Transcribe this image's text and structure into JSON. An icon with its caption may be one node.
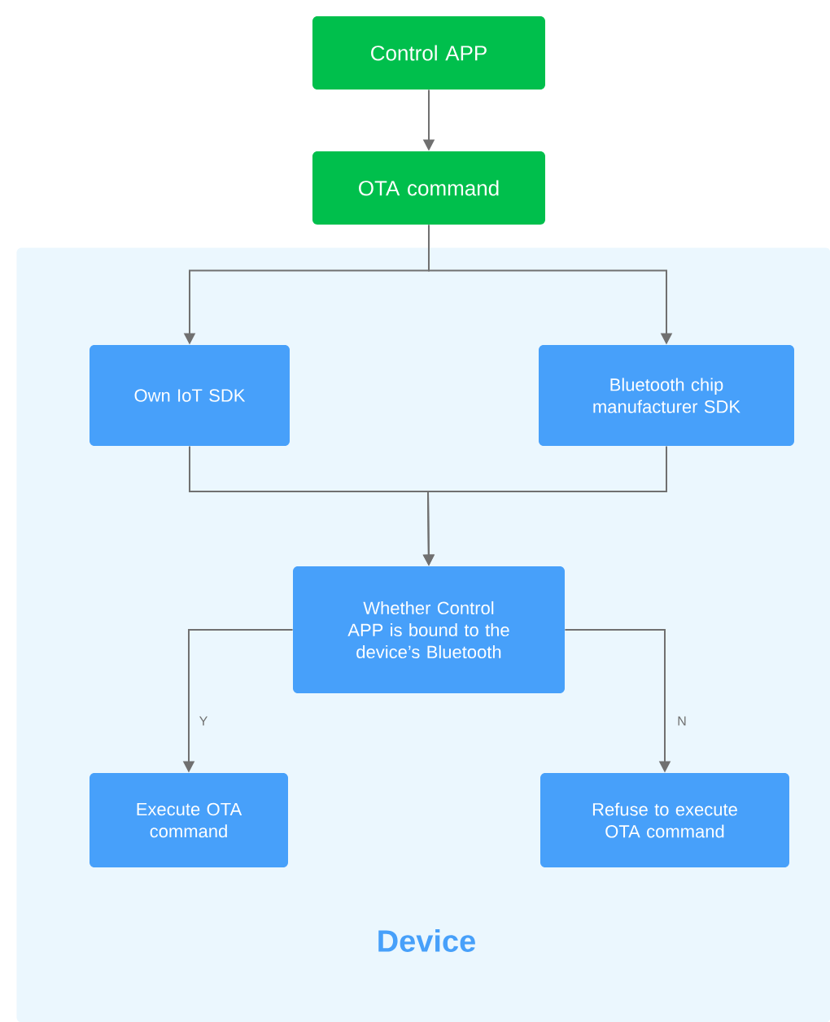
{
  "diagram": {
    "nodes": [
      {
        "text": [
          "Control APP"
        ]
      },
      {
        "text": [
          "OTA command"
        ]
      },
      {
        "text": [
          "Device"
        ]
      },
      {
        "text": [
          "Own IoT SDK"
        ],
        "in": 2
      },
      {
        "text": [
          "Bluetooth chip manufacturer SDK"
        ],
        "in": 2
      },
      {
        "text": [
          "Whether Control APP is bound to the device’s Bluetooth"
        ],
        "in": 2
      },
      {
        "text": [
          "Execute OTA command"
        ],
        "in": 2
      },
      {
        "text": [
          "Refuse to execute OTA command"
        ],
        "in": 2
      }
    ],
    "edges": [
      {
        "from": 0,
        "to": 1,
        "arrow": "to"
      },
      {
        "from": 1,
        "to": 3,
        "arrow": "to"
      },
      {
        "from": 1,
        "to": 4,
        "arrow": "to"
      },
      {
        "from": 3,
        "to": 5,
        "arrow": "to"
      },
      {
        "from": 4,
        "to": 5,
        "arrow": "to"
      },
      {
        "from": 5,
        "to": 6,
        "arrow": "to",
        "label": "Y"
      },
      {
        "from": 5,
        "to": 7,
        "arrow": "to",
        "label": "N"
      }
    ]
  }
}
